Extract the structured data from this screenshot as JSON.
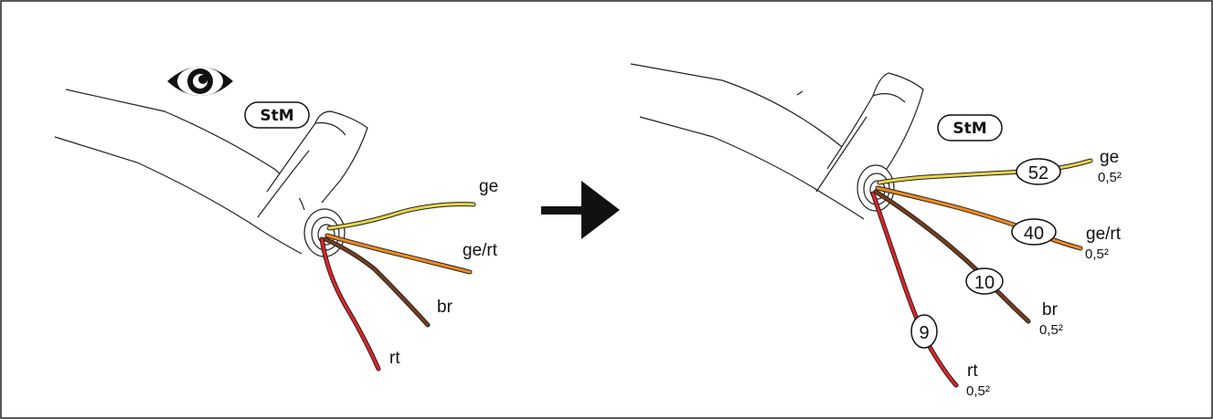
{
  "left_view": {
    "inspect_icon": "eye-icon",
    "badge": "StM",
    "wires": [
      {
        "label": "ge",
        "color": "#e8d44a"
      },
      {
        "label": "ge/rt",
        "color": "#f08a1c"
      },
      {
        "label": "br",
        "color": "#7a3d1a"
      },
      {
        "label": "rt",
        "color": "#e02328"
      }
    ]
  },
  "arrow_icon": "right-arrow-icon",
  "right_view": {
    "badge": "StM",
    "wires": [
      {
        "label": "ge",
        "marker": "52",
        "cross_section": "0,5²",
        "color": "#e8d44a"
      },
      {
        "label": "ge/rt",
        "marker": "40",
        "cross_section": "0,5²",
        "color": "#f08a1c"
      },
      {
        "label": "br",
        "marker": "10",
        "cross_section": "0,5²",
        "color": "#7a3d1a"
      },
      {
        "label": "rt",
        "marker": "9",
        "cross_section": "0,5²",
        "color": "#e02328"
      }
    ]
  }
}
